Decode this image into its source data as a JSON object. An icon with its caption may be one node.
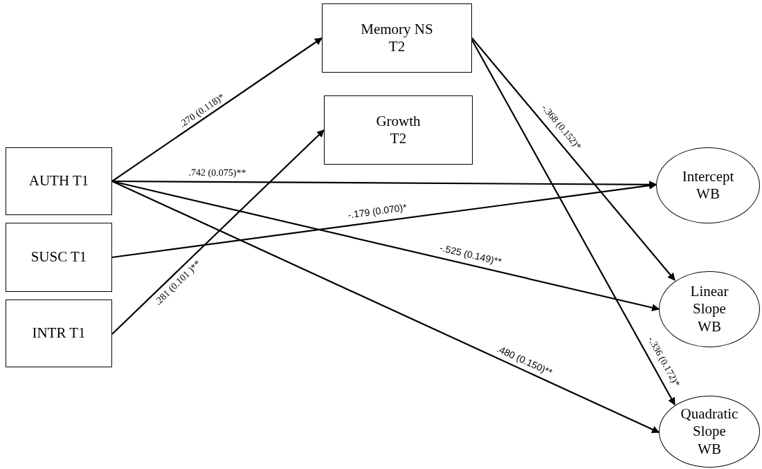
{
  "diagram": {
    "nodes": [
      {
        "text": [
          "Memory NS T2"
        ]
      },
      {
        "text": [
          "Growth T2"
        ]
      },
      {
        "text": [
          "AUTH T1"
        ]
      },
      {
        "text": [
          "SUSC T1"
        ]
      },
      {
        "text": [
          "INTR T1"
        ]
      },
      {
        "text": [
          "Intercept WB"
        ]
      },
      {
        "text": [
          "Linear Slope WB"
        ]
      },
      {
        "text": [
          "Quadratic Slope WB"
        ]
      }
    ],
    "edges": [
      {
        "from": 2,
        "to": 0,
        "arrow": "to",
        "label": ".270 (0.118)*"
      },
      {
        "from": 2,
        "to": 5,
        "arrow": "to",
        "label": ".742 (0.075)**"
      },
      {
        "from": 3,
        "to": 5,
        "arrow": "to",
        "label": "-.179 (0.070)*"
      },
      {
        "from": 4,
        "to": 1,
        "arrow": "to",
        "label": ".281 (0.101 )**"
      },
      {
        "from": 2,
        "to": 6,
        "arrow": "to",
        "label": "-.525 (0.149)**"
      },
      {
        "from": 2,
        "to": 7,
        "arrow": "to",
        "label": ".480 (0.150)**"
      },
      {
        "from": 0,
        "to": 6,
        "arrow": "to",
        "label": "-.368 (0.152)*"
      },
      {
        "from": 0,
        "to": 7,
        "arrow": "to",
        "label": "-.336 (0.172)*"
      }
    ]
  }
}
